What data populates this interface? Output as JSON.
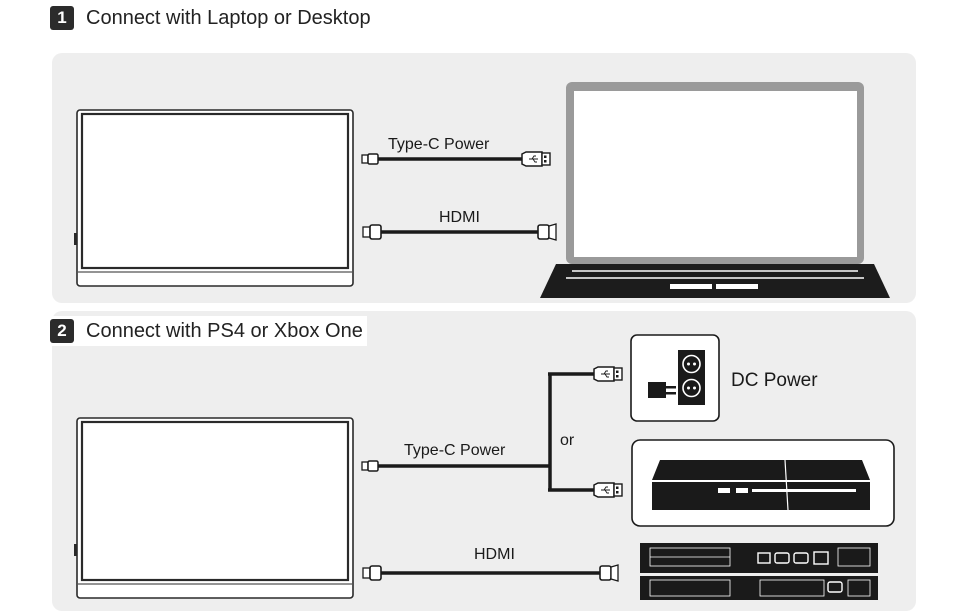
{
  "step1": {
    "number": "1",
    "title": "Connect with Laptop or Desktop"
  },
  "step2": {
    "number": "2",
    "title": "Connect with PS4 or Xbox One"
  },
  "labels": {
    "typec_power_1": "Type-C Power",
    "hdmi_1": "HDMI",
    "typec_power_2": "Type-C Power",
    "hdmi_2": "HDMI",
    "or": "or",
    "dc_power": "DC Power"
  },
  "colors": {
    "panel": "#eeeeee",
    "line": "#1a1a1a",
    "laptop_frame": "#9a9a9a",
    "badge": "#2b2b2b"
  }
}
